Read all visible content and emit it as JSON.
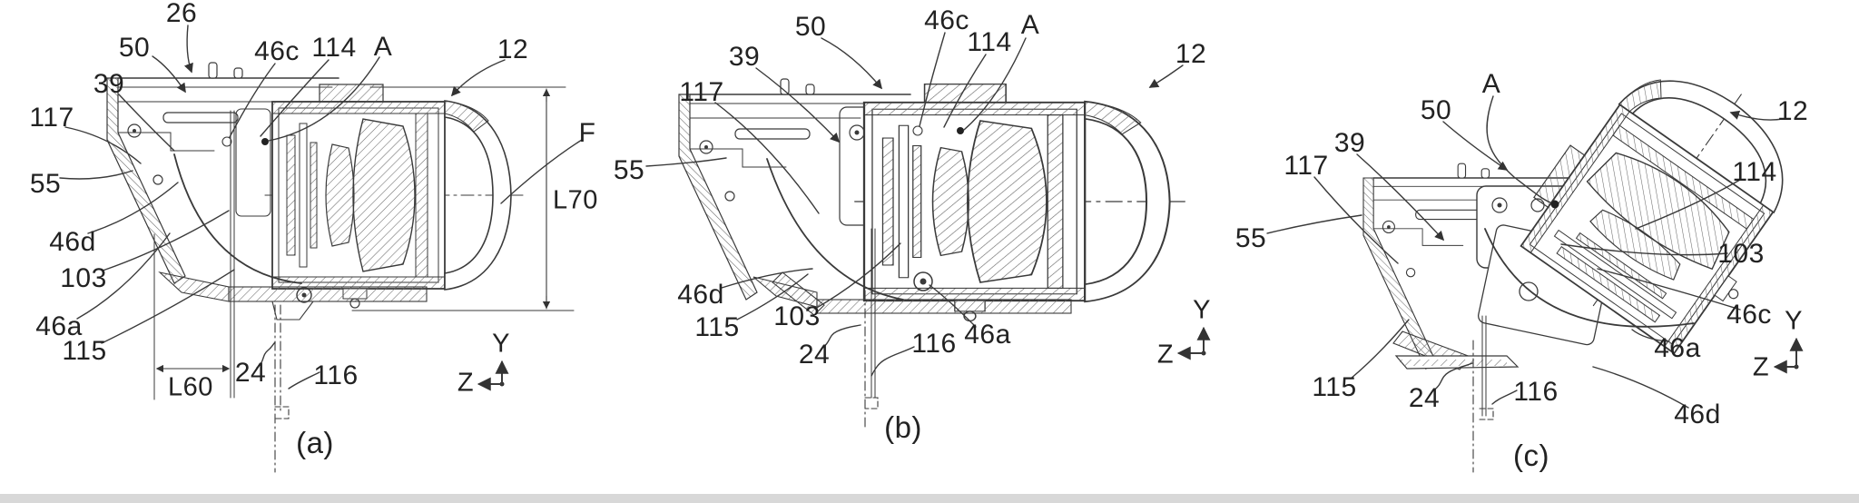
{
  "colors": {
    "background": "#ffffff",
    "line": "#3a3a3a",
    "hatch": "#6a6a6a",
    "label_text": "#222222",
    "bottom_bar": "#d8d8d8"
  },
  "panels": {
    "a": {
      "caption": "(a)",
      "labels": [
        {
          "t": "26"
        },
        {
          "t": "50"
        },
        {
          "t": "39"
        },
        {
          "t": "117"
        },
        {
          "t": "55"
        },
        {
          "t": "46d"
        },
        {
          "t": "103"
        },
        {
          "t": "46a"
        },
        {
          "t": "115"
        },
        {
          "t": "46c"
        },
        {
          "t": "114"
        },
        {
          "t": "A"
        },
        {
          "t": "12"
        },
        {
          "t": "F"
        },
        {
          "t": "L70"
        },
        {
          "t": "L60"
        },
        {
          "t": "24"
        },
        {
          "t": "116"
        },
        {
          "t": "Y"
        },
        {
          "t": "Z"
        }
      ]
    },
    "b": {
      "caption": "(b)",
      "labels": [
        {
          "t": "50"
        },
        {
          "t": "39"
        },
        {
          "t": "117"
        },
        {
          "t": "55"
        },
        {
          "t": "46c"
        },
        {
          "t": "114"
        },
        {
          "t": "A"
        },
        {
          "t": "12"
        },
        {
          "t": "46d"
        },
        {
          "t": "115"
        },
        {
          "t": "103"
        },
        {
          "t": "24"
        },
        {
          "t": "116"
        },
        {
          "t": "46a"
        },
        {
          "t": "Y"
        },
        {
          "t": "Z"
        }
      ]
    },
    "c": {
      "caption": "(c)",
      "labels": [
        {
          "t": "A"
        },
        {
          "t": "50"
        },
        {
          "t": "39"
        },
        {
          "t": "117"
        },
        {
          "t": "55"
        },
        {
          "t": "115"
        },
        {
          "t": "24"
        },
        {
          "t": "116"
        },
        {
          "t": "12"
        },
        {
          "t": "114"
        },
        {
          "t": "103"
        },
        {
          "t": "46c"
        },
        {
          "t": "46a"
        },
        {
          "t": "46d"
        },
        {
          "t": "Y"
        },
        {
          "t": "Z"
        }
      ]
    }
  }
}
